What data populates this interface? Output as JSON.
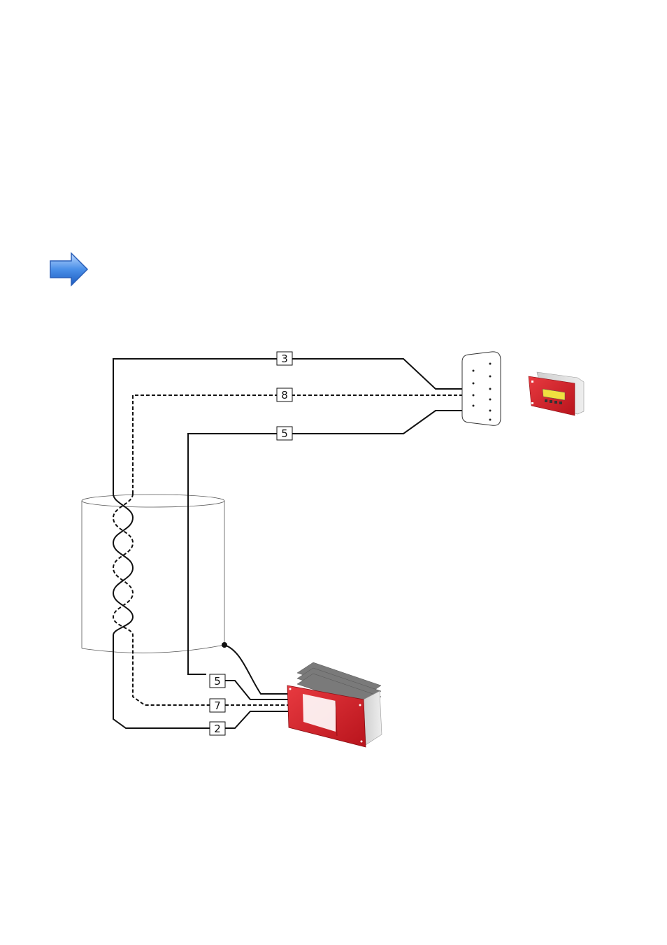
{
  "labels": {
    "top_wire": "3",
    "mid_wire": "8",
    "low_wire": "5",
    "bottom_wire_top": "5",
    "bottom_wire_mid": "7",
    "bottom_wire_bottom": "2"
  },
  "icons": {
    "hint": "blue-arrow-icon",
    "remote_display": "control-panel-icon",
    "inverter": "inverter-icon"
  },
  "colors": {
    "arrow": "#4a8fe8",
    "device_red": "#d9202a",
    "display_yellow": "#f0e040",
    "heatsink": "#7a7a7a"
  }
}
